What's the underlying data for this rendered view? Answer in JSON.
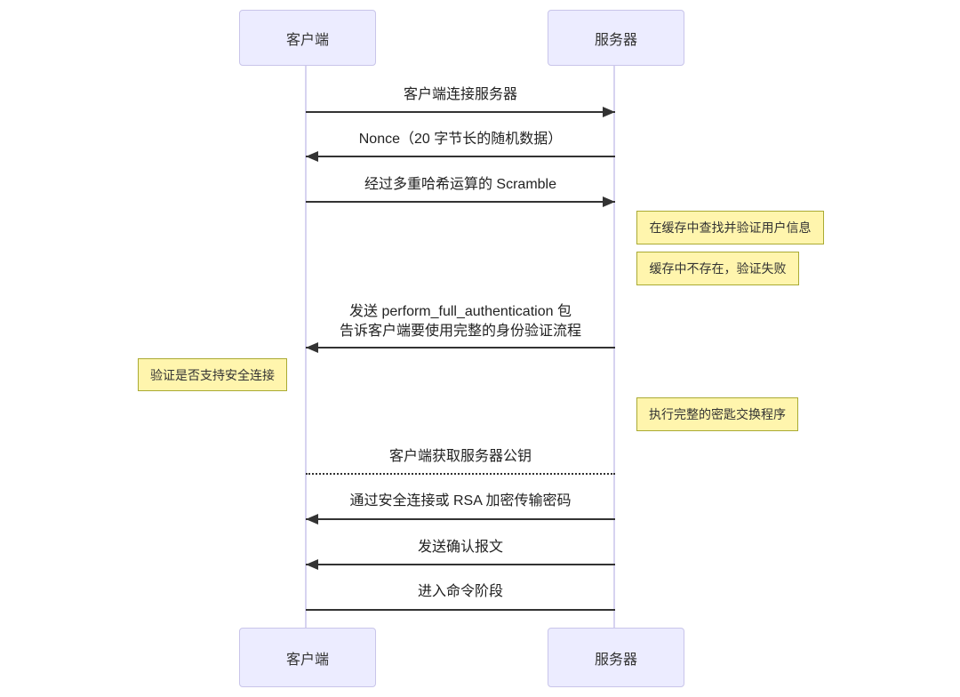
{
  "diagram": {
    "type": "sequence-diagram",
    "actors": [
      {
        "id": "client",
        "label": "客户端"
      },
      {
        "id": "server",
        "label": "服务器"
      }
    ],
    "messages": [
      {
        "text": "客户端连接服务器",
        "from": "client",
        "to": "server",
        "line": "solid",
        "arrow": "filled"
      },
      {
        "text": "Nonce（20 字节长的随机数据）",
        "from": "server",
        "to": "client",
        "line": "solid",
        "arrow": "filled"
      },
      {
        "text": "经过多重哈希运算的 Scramble",
        "from": "client",
        "to": "server",
        "line": "solid",
        "arrow": "filled"
      },
      {
        "lines": [
          "发送 perform_full_authentication 包",
          "告诉客户端要使用完整的身份验证流程"
        ],
        "from": "server",
        "to": "client",
        "line": "solid",
        "arrow": "filled"
      },
      {
        "text": "客户端获取服务器公钥",
        "from": "client",
        "to": "server",
        "line": "dotted",
        "arrow": "none"
      },
      {
        "text": "通过安全连接或 RSA 加密传输密码",
        "from": "client",
        "to": "server",
        "line": "solid",
        "arrow": "filled",
        "head_side": "client"
      },
      {
        "text": "发送确认报文",
        "from": "server",
        "to": "client",
        "line": "solid",
        "arrow": "filled"
      },
      {
        "text": "进入命令阶段",
        "from": "client",
        "to": "server",
        "line": "solid",
        "arrow": "none"
      }
    ],
    "notes": [
      {
        "text": "在缓存中查找并验证用户信息",
        "position": "right-of-server"
      },
      {
        "text": "缓存中不存在，验证失败",
        "position": "right-of-server"
      },
      {
        "text": "验证是否支持安全连接",
        "position": "left-of-client"
      },
      {
        "text": "执行完整的密匙交换程序",
        "position": "right-of-server"
      }
    ],
    "colors": {
      "actor_fill": "#ECECFF",
      "actor_border": "#C9C5EA",
      "lifeline": "#D7D3F0",
      "message_line": "#333333",
      "note_fill": "#FFF5AD",
      "note_border": "#AAAA33",
      "text": "#222222",
      "background": "#FFFFFF"
    }
  }
}
